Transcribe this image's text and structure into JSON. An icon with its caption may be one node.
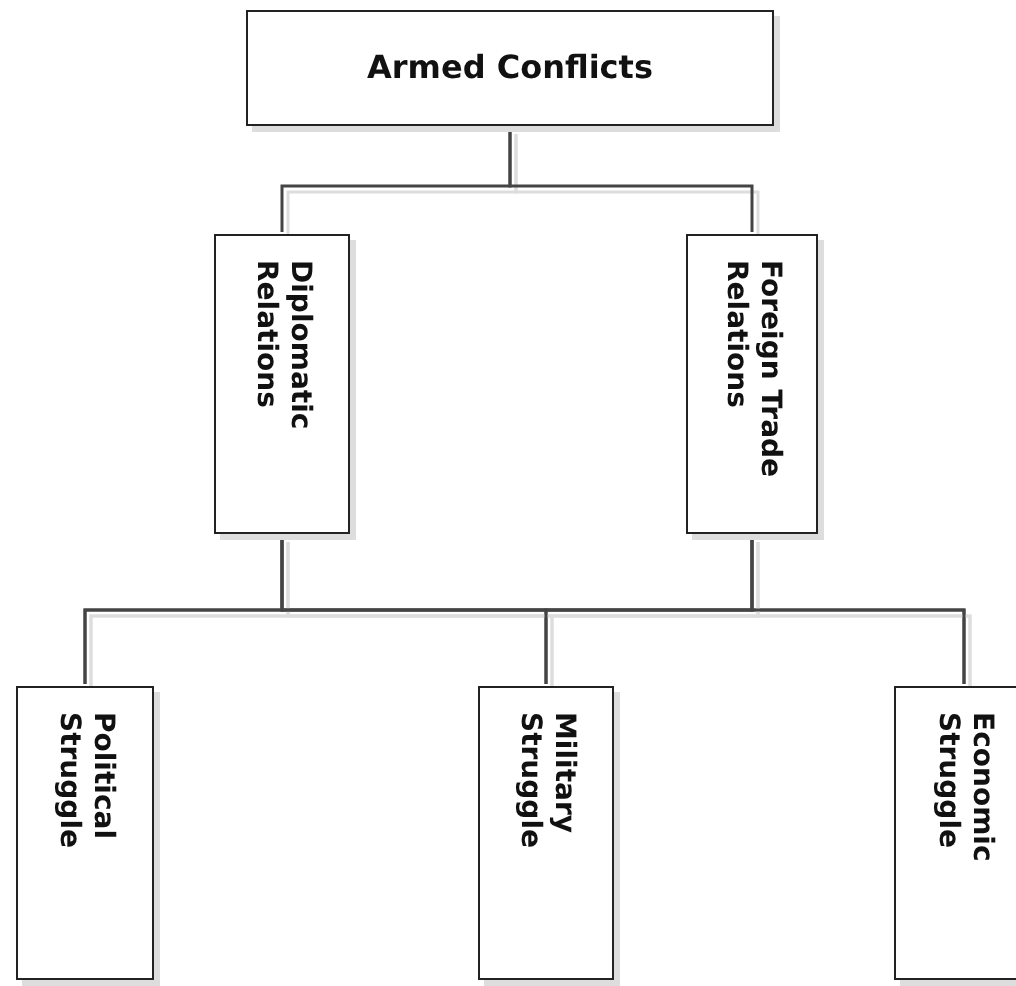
{
  "diagram": {
    "nodes": [
      {
        "text": [
          "Armed Conflicts"
        ]
      },
      {
        "text": [
          "Diplomatic Relations"
        ]
      },
      {
        "text": [
          "Foreign Trade Relations"
        ]
      },
      {
        "text": [
          "Political Struggle"
        ]
      },
      {
        "text": [
          "Military Struggle"
        ]
      },
      {
        "text": [
          "Economic Struggle"
        ]
      }
    ],
    "edges": [
      {
        "from": 0,
        "to": 1,
        "arrow": "none"
      },
      {
        "from": 0,
        "to": 2,
        "arrow": "none"
      },
      {
        "from": 1,
        "to": 3,
        "arrow": "none"
      },
      {
        "from": 1,
        "to": 4,
        "arrow": "none"
      },
      {
        "from": 1,
        "to": 5,
        "arrow": "none"
      },
      {
        "from": 2,
        "to": 3,
        "arrow": "none"
      },
      {
        "from": 2,
        "to": 4,
        "arrow": "none"
      },
      {
        "from": 2,
        "to": 5,
        "arrow": "none"
      }
    ]
  }
}
